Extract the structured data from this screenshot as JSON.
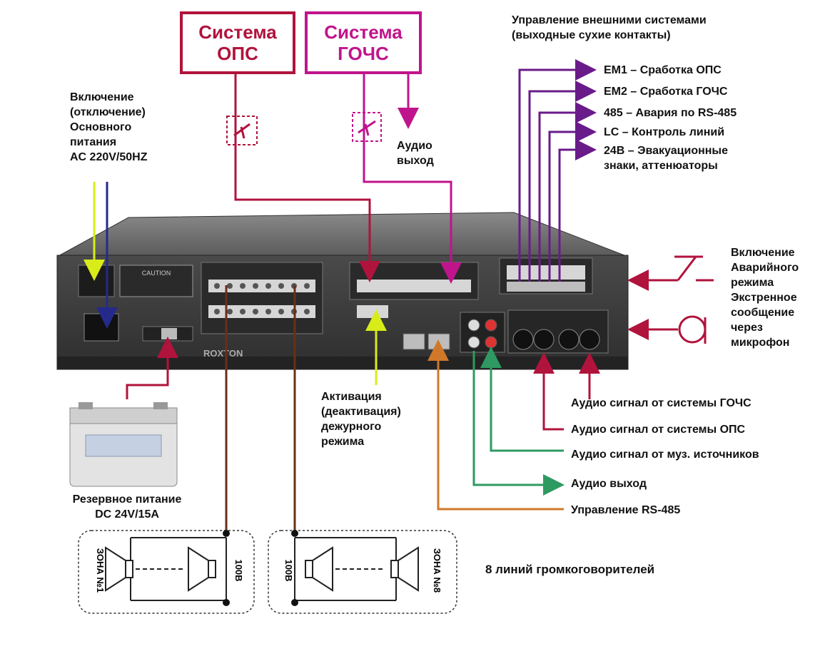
{
  "systems": {
    "ops": {
      "label": "Система\nОПС",
      "color": "#b0133c"
    },
    "gochs": {
      "label": "Система\nГОЧС",
      "color": "#c0148c"
    }
  },
  "labels": {
    "external_control": "Управление внешними системами\n(выходные сухие контакты)",
    "em1": "EM1 – Сработка ОПС",
    "em2": "EM2 – Сработка ГОЧС",
    "alarm485": "485  – Авария по RS-485",
    "lc": "LC  –  Контроль линий",
    "evac": "24В – Эвакуационные\nзнаки, аттенюаторы",
    "main_power": "Включение\n(отключение)\nОсновного\nпитания\nAC 220V/50HZ",
    "audio_out_top": "Аудио\nвыход",
    "emergency_mode": "Включение\nАварийного\nрежима\nЭкстренное\nсообщение\nчерез\nмикрофон",
    "standby_mode": "Активация\n(деактивация)\nдежурного\nрежима",
    "backup_power": "Резервное питание\nDC 24V/15A",
    "audio_gochs": "Аудио сигнал от системы ГОЧС",
    "audio_ops": "Аудио сигнал от системы ОПС",
    "audio_music": "Аудио сигнал от муз. источников",
    "audio_out": "Аудио выход",
    "rs485": "Управление RS-485",
    "speaker_lines": "8 линий громкоговорителей",
    "zone1": "ЗОНА  №1",
    "zone8": "ЗОНА  №8",
    "v100_left": "100В",
    "v100_right": "100В"
  },
  "colors": {
    "ops": "#b0133c",
    "gochs": "#c0148c",
    "purple": "#6a1b8a",
    "green": "#2e9a62",
    "orange": "#d0782a",
    "brown": "#6b2d1a",
    "yellow": "#d8ec1a",
    "blue": "#242a8a",
    "device": "#3c3c3c"
  }
}
